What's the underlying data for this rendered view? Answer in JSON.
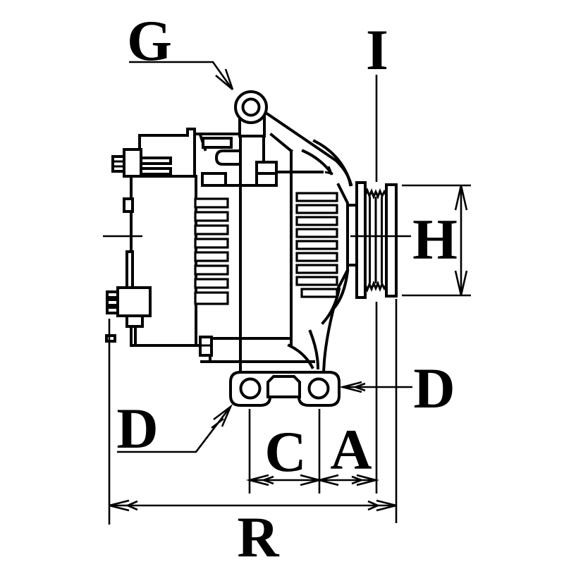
{
  "drawing": {
    "type": "technical-dimension-diagram",
    "subject": "Alternator side view with pulley and mounting lugs",
    "colors": {
      "ink": "#000000",
      "background": "#ffffff"
    },
    "labels": {
      "g": "G",
      "i": "I",
      "h": "H",
      "d_side": "D",
      "d_foot": "D",
      "c": "C",
      "a": "A",
      "r": "R"
    }
  }
}
